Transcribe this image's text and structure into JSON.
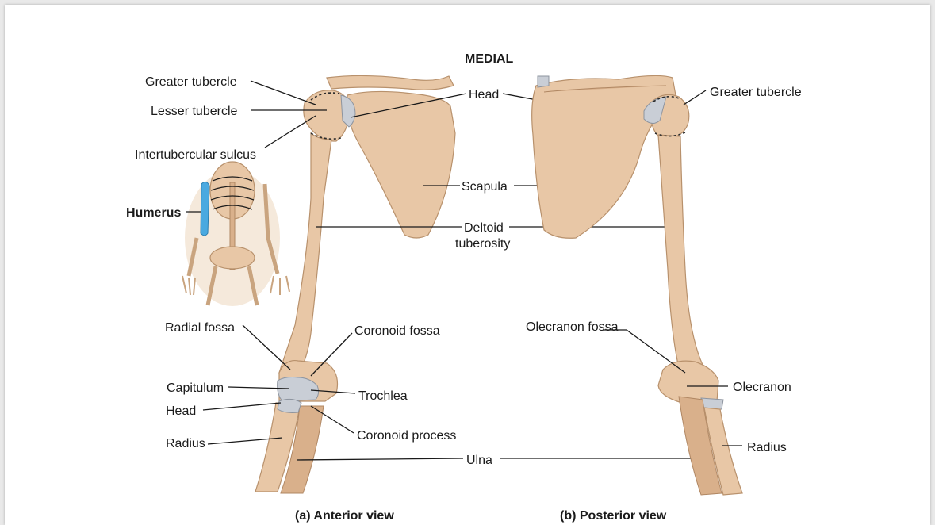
{
  "header": {
    "medial": "MEDIAL"
  },
  "anterior": {
    "caption": "(a) Anterior view",
    "labels": {
      "greater_tubercle": "Greater tubercle",
      "lesser_tubercle": "Lesser tubercle",
      "intertubercular_sulcus": "Intertubercular sulcus",
      "radial_fossa": "Radial fossa",
      "coronoid_fossa": "Coronoid fossa",
      "capitulum": "Capitulum",
      "trochlea": "Trochlea",
      "head": "Head",
      "radius": "Radius",
      "coronoid_process": "Coronoid process"
    }
  },
  "center": {
    "head": "Head",
    "scapula": "Scapula",
    "deltoid_line1": "Deltoid",
    "deltoid_line2": "tuberosity",
    "ulna": "Ulna"
  },
  "posterior": {
    "caption": "(b) Posterior view",
    "labels": {
      "greater_tubercle": "Greater tubercle",
      "olecranon_fossa": "Olecranon fossa",
      "olecranon": "Olecranon",
      "radius": "Radius"
    }
  },
  "inset": {
    "label": "Humerus",
    "highlight_color": "#4aa9e0"
  }
}
